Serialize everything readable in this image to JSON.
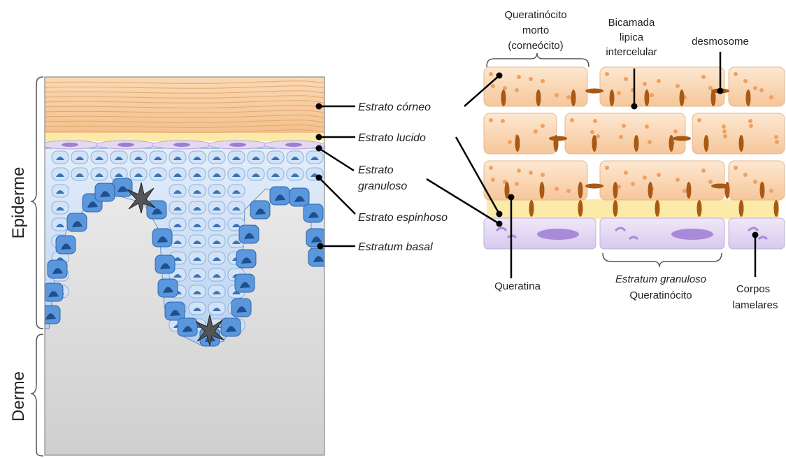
{
  "left_panel": {
    "epidermis_label": "Epiderme",
    "dermis_label": "Derme",
    "layers": [
      {
        "key": "corneum",
        "lines": [
          "Estrato córneo"
        ]
      },
      {
        "key": "lucidum",
        "lines": [
          "Estrato lucido"
        ]
      },
      {
        "key": "granulosum",
        "lines": [
          "Estrato",
          "granuloso"
        ]
      },
      {
        "key": "spinosum",
        "lines": [
          "Estrato espinhoso"
        ]
      },
      {
        "key": "basale",
        "lines": [
          "Estratum basal"
        ]
      }
    ]
  },
  "right_panel": {
    "dead_keratinocyte": [
      "Queratinócito",
      "morto",
      "(corneócito)"
    ],
    "lipid_bilayer": [
      "Bicamada",
      "lipica",
      "intercelular"
    ],
    "desmosome": "desmosome",
    "keratin": "Queratina",
    "granulosum_keratinocyte": [
      "Estratum granuloso",
      "Queratinócito"
    ],
    "lamellar_bodies": [
      "Corpos",
      "lamelares"
    ]
  },
  "colors": {
    "corneum": "#f7c79a",
    "lucidum": "#fbeaa8",
    "granulosum": "#ddd0ee",
    "spinosum": "#c9ddf4",
    "basal": "#4f8fd6",
    "dermis": "#d5d5d5",
    "desmosome": "#a85a14",
    "keratin_dot": "#f0a060"
  }
}
